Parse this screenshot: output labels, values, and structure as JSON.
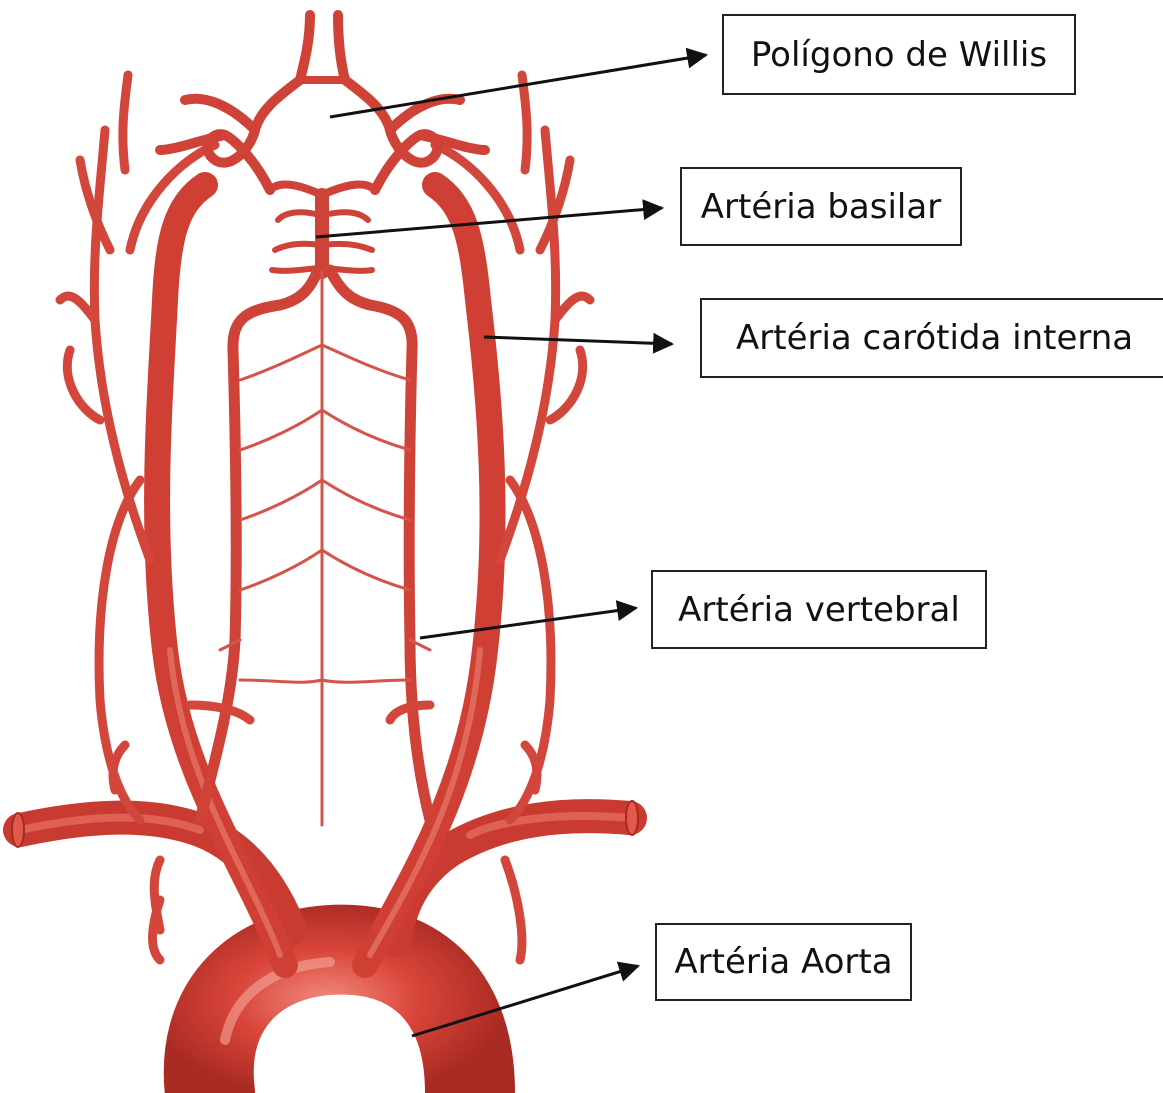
{
  "labels": {
    "willis": "Polígono de Willis",
    "basilar": "Artéria basilar",
    "carotida_interna": "Artéria carótida interna",
    "vertebral": "Artéria vertebral",
    "aorta": "Artéria Aorta"
  },
  "colors": {
    "artery": "#d9453a",
    "artery_dark": "#a82a22",
    "artery_light": "#ee7a6c",
    "leader": "#111111"
  }
}
